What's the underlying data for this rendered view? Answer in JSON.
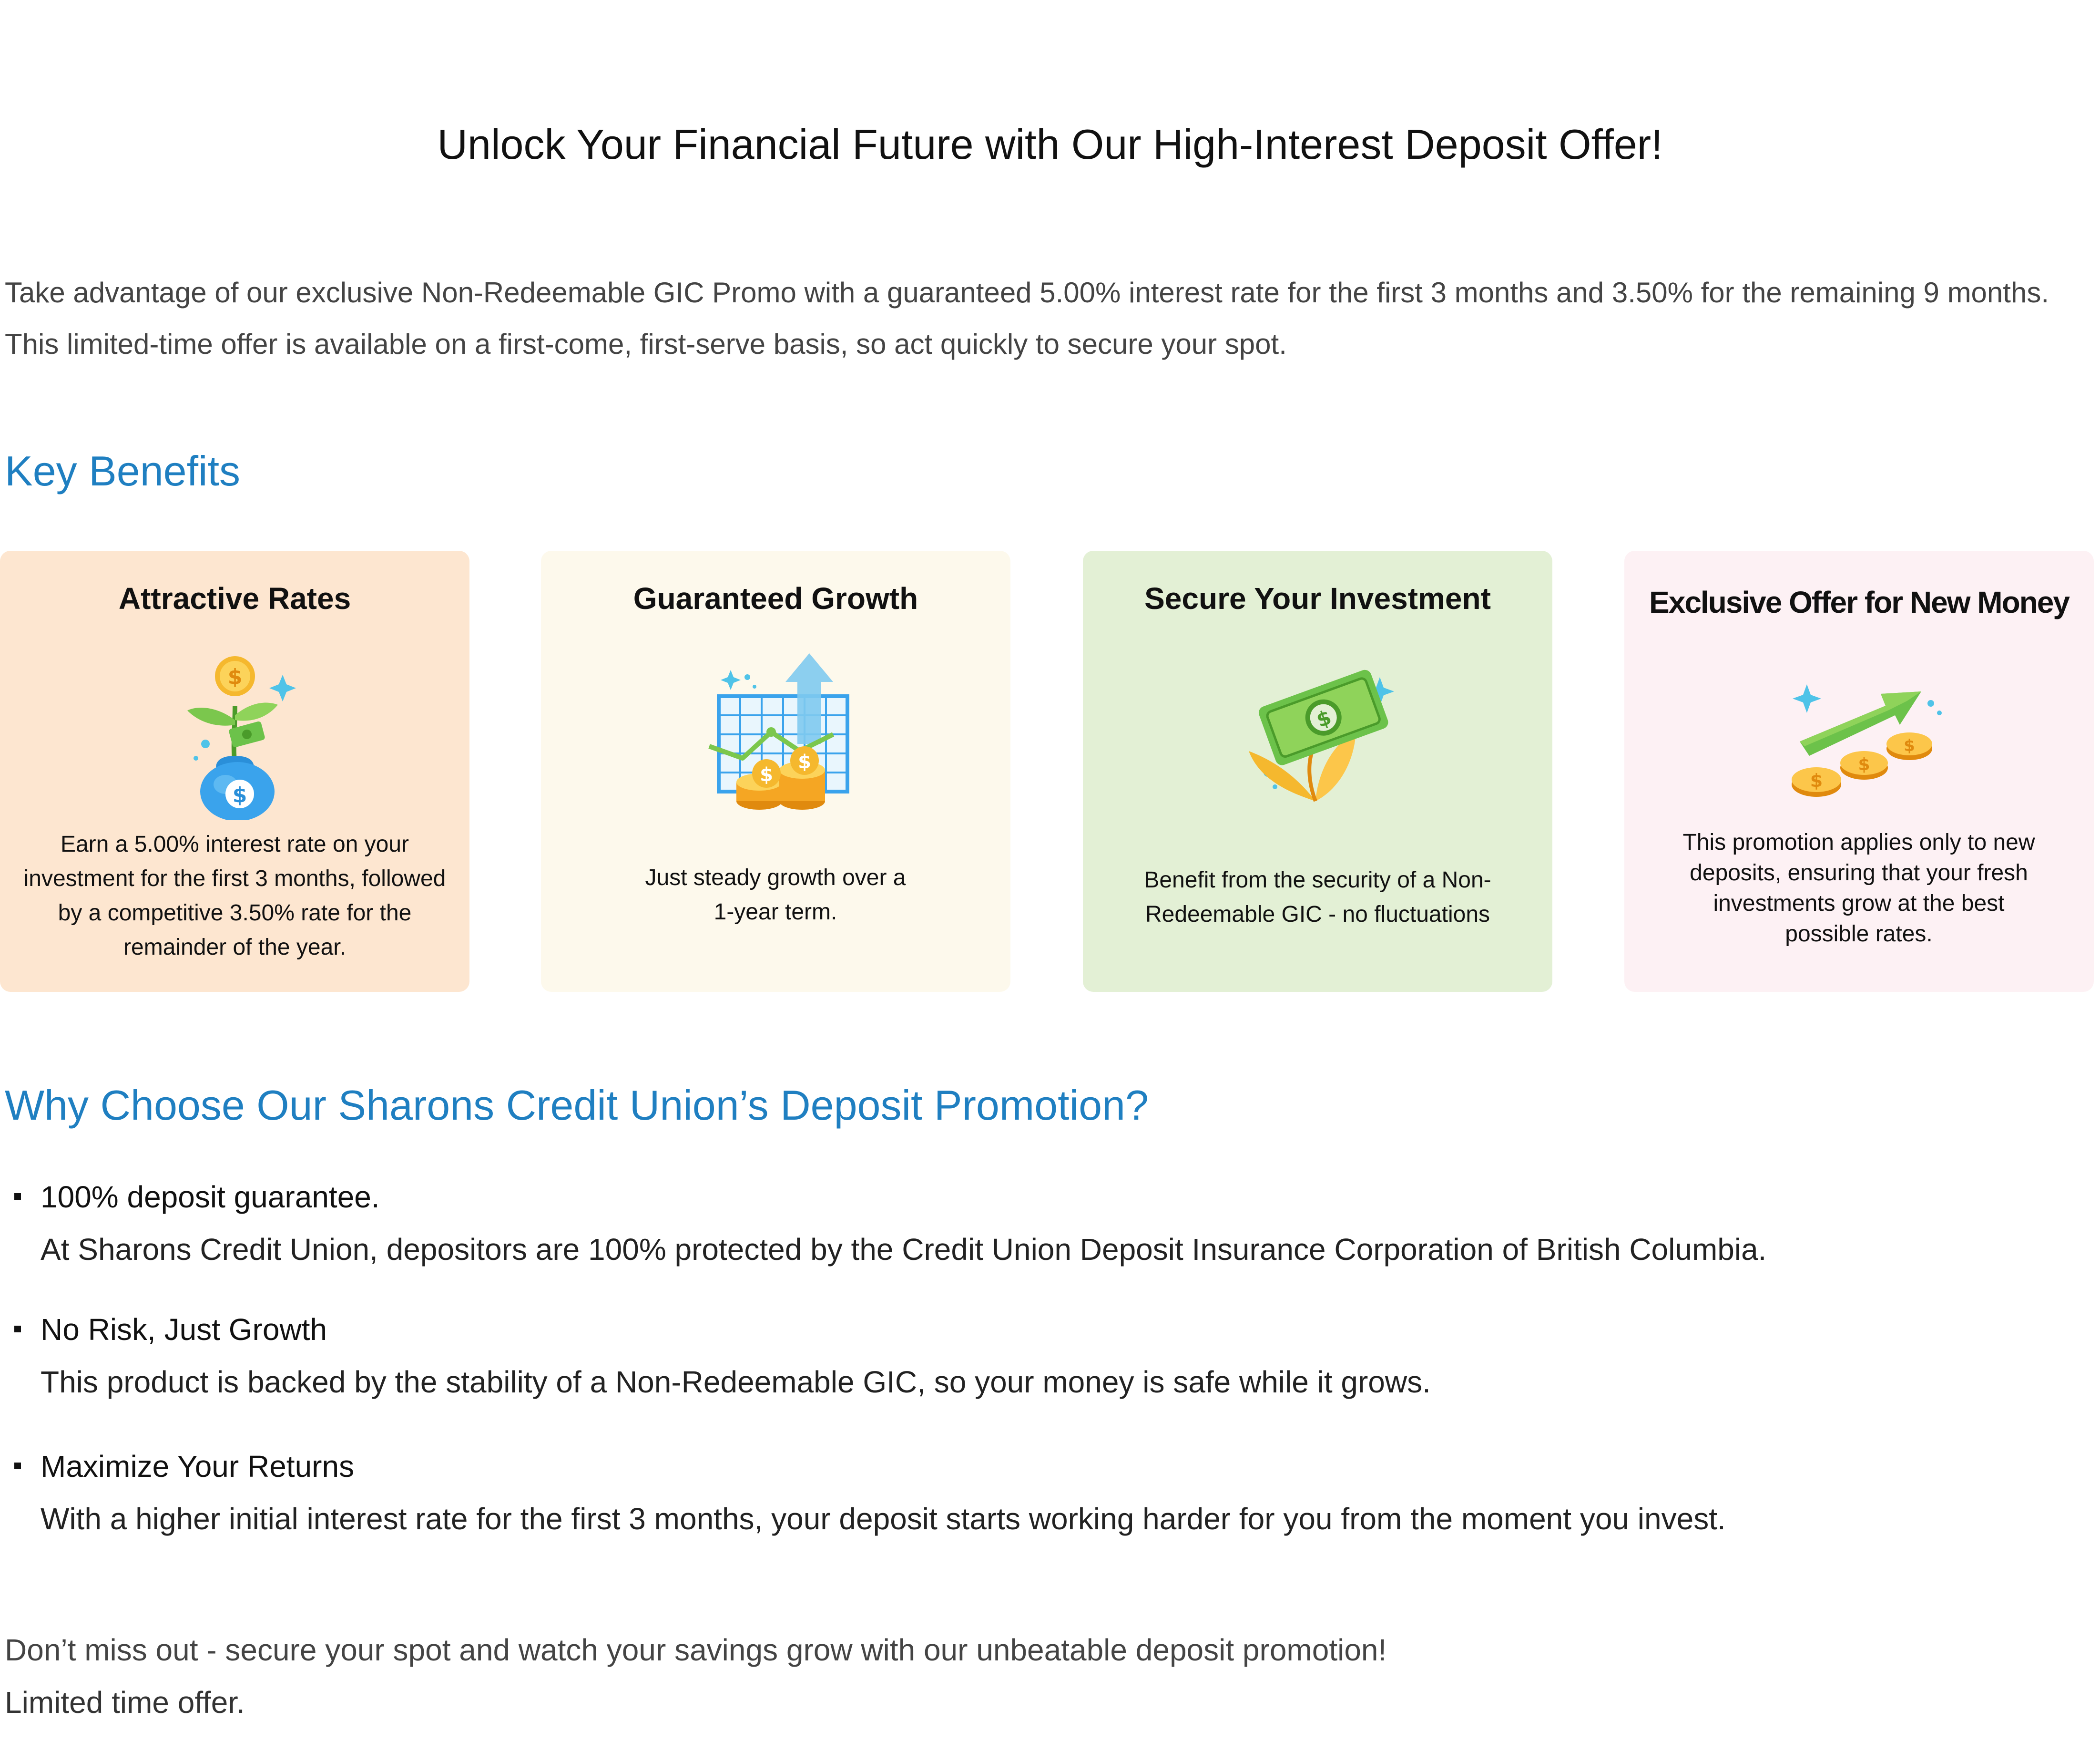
{
  "header": {
    "title": "Unlock Your Financial Future with Our High-Interest Deposit Offer!"
  },
  "intro": {
    "text": "Take advantage of our exclusive Non-Redeemable GIC Promo with a guaranteed 5.00% interest rate for the first 3 months and 3.50% for the remaining 9 months. This limited-time offer is available on a first-come, first-serve basis, so act quickly to secure your spot."
  },
  "benefits": {
    "title": "Key Benefits",
    "cards": [
      {
        "title": "Attractive Rates",
        "icon": "money-bag-plant-icon",
        "text": "Earn a 5.00% interest rate on your investment for the first 3 months, followed by a competitive 3.50% rate for the remainder of the year."
      },
      {
        "title": "Guaranteed Growth",
        "icon": "growth-chart-coins-icon",
        "text": "Just steady growth over a 1-year term."
      },
      {
        "title": "Secure Your Investment",
        "icon": "banknote-sprout-icon",
        "text": "Benefit from the security of a Non-Redeemable GIC - no fluctuations"
      },
      {
        "title": "Exclusive Offer for New Money",
        "icon": "coins-arrow-up-icon",
        "text": "This promotion applies only to new deposits, ensuring that your fresh investments grow at the best possible rates."
      }
    ]
  },
  "why": {
    "title": "Why Choose Our Sharons Credit Union’s Deposit Promotion?",
    "items": [
      {
        "heading": "100% deposit guarantee.",
        "text": "At Sharons Credit Union, depositors are 100% protected by the Credit Union Deposit Insurance Corporation of British Columbia."
      },
      {
        "heading": "No Risk, Just Growth",
        "text": "This product is backed by the stability of a Non-Redeemable GIC, so your money is safe while it grows."
      },
      {
        "heading": "Maximize Your Returns",
        "text": "With a higher initial interest rate for the first 3 months, your deposit starts working harder for you from the moment you invest."
      }
    ]
  },
  "closing": {
    "line1": "Don’t miss out - secure your spot and watch your savings grow with our unbeatable deposit promotion!",
    "line2": "Limited time offer."
  },
  "colors": {
    "accent": "#1f7fc1",
    "card1_bg": "#fde6d0",
    "card2_bg": "#fdf9ec",
    "card3_bg": "#e3f0d5",
    "card4_bg": "#fdf1f4"
  }
}
